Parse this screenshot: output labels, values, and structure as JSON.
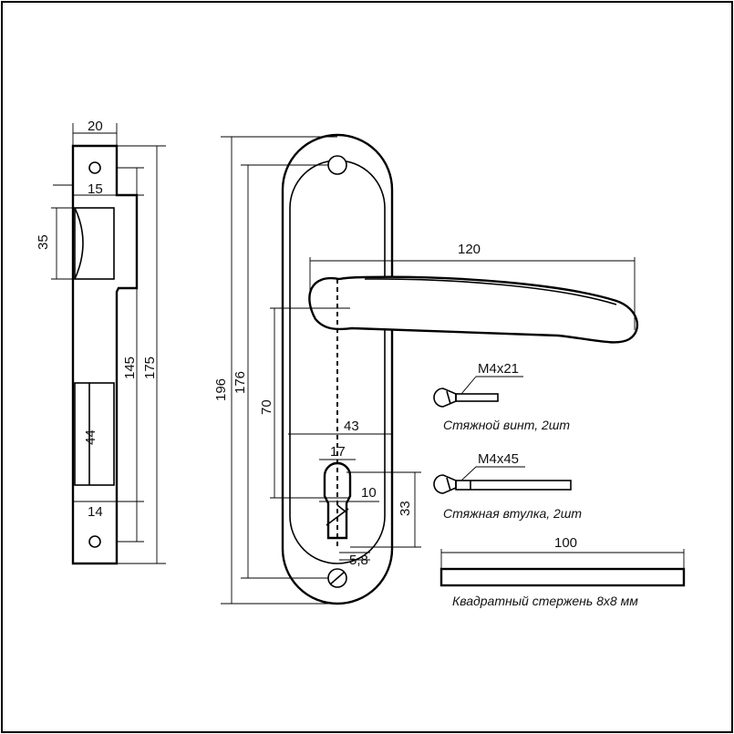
{
  "dimensions": {
    "strip_width": "20",
    "strip_offset_top": "15",
    "strike_height": "35",
    "distance_145": "145",
    "distance_175": "175",
    "latch_height": "44",
    "latch_width": "14",
    "plate_length": "196",
    "hole_spacing": "176",
    "handle_to_cylinder": "70",
    "handle_length": "120",
    "cylinder_offset": "43",
    "cylinder_width": "17",
    "cylinder_inner": "10",
    "cylinder_height": "33",
    "thumb_offset": "5,8",
    "rod_length": "100"
  },
  "parts": {
    "screw_size": "M4x21",
    "screw_caption": "Стяжной винт, 2шт",
    "sleeve_size": "M4x45",
    "sleeve_caption": "Стяжная втулка, 2шт",
    "rod_caption": "Квадратный стержень 8х8 мм"
  },
  "colors": {
    "line": "#000000",
    "background": "#ffffff"
  }
}
